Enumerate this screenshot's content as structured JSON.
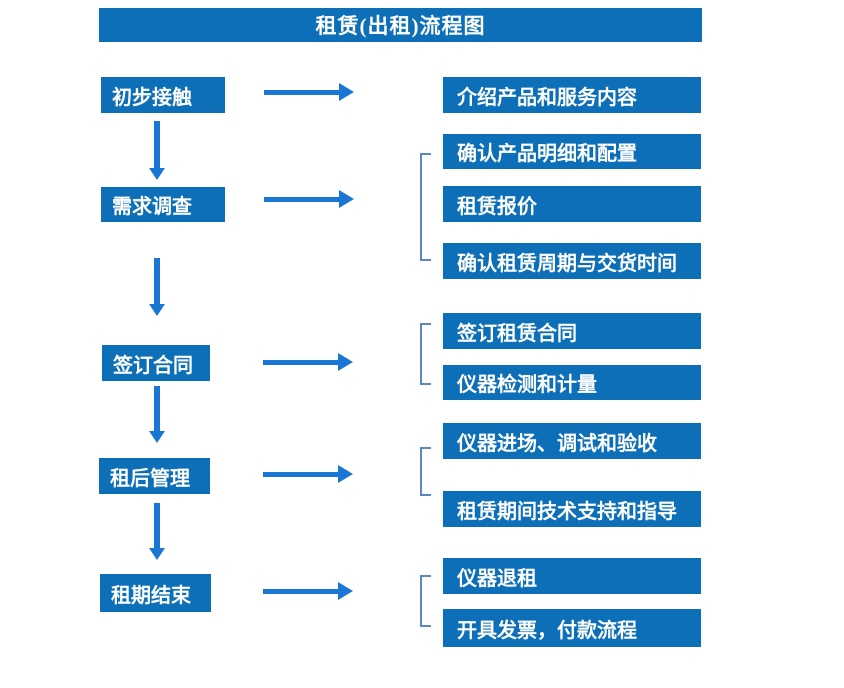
{
  "title": "租赁(出租)流程图",
  "colors": {
    "background": "#ffffff",
    "box_fill": "#0d6fb8",
    "box_text": "#ffffff",
    "arrow": "#1976d2",
    "bracket": "#5b87c5"
  },
  "steps": [
    {
      "label": "初步接触",
      "details": [
        "介绍产品和服务内容"
      ]
    },
    {
      "label": "需求调查",
      "details": [
        "确认产品明细和配置",
        "租赁报价",
        "确认租赁周期与交货时间"
      ]
    },
    {
      "label": "签订合同",
      "details": [
        "签订租赁合同",
        "仪器检测和计量"
      ]
    },
    {
      "label": "租后管理",
      "details": [
        "仪器进场、调试和验收",
        "租赁期间技术支持和指导"
      ]
    },
    {
      "label": "租期结束",
      "details": [
        "仪器退租",
        "开具发票，付款流程"
      ]
    }
  ]
}
